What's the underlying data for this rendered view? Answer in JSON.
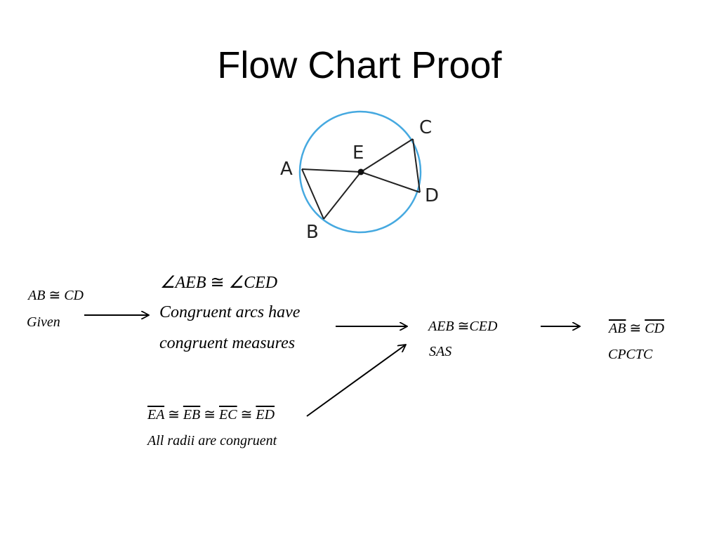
{
  "slide": {
    "title": "Flow Chart Proof"
  },
  "figure": {
    "point_labels": [
      "A",
      "B",
      "C",
      "D",
      "E"
    ],
    "colors": {
      "circle": "#46a9e0",
      "lines": "#222222"
    }
  },
  "steps": {
    "given": {
      "a": "AB",
      "cong": "≅",
      "b": "CD",
      "reason": "Given"
    },
    "angles": {
      "angle1": "∠AEB",
      "cong": "≅",
      "angle2": "∠CED",
      "reason_line1": "Congruent arcs have",
      "reason_line2": "congruent measures"
    },
    "radii": {
      "s1": "EA",
      "s2": "EB",
      "s3": "EC",
      "s4": "ED",
      "cong": "≅",
      "reason": "All radii are congruent"
    },
    "triangles": {
      "box_glyph": "",
      "t1": "AEB",
      "cong": "≅",
      "t2": "CED",
      "reason": "SAS"
    },
    "conclusion": {
      "a": "AB",
      "cong": "≅",
      "b": "CD",
      "reason": "CPCTC"
    }
  }
}
